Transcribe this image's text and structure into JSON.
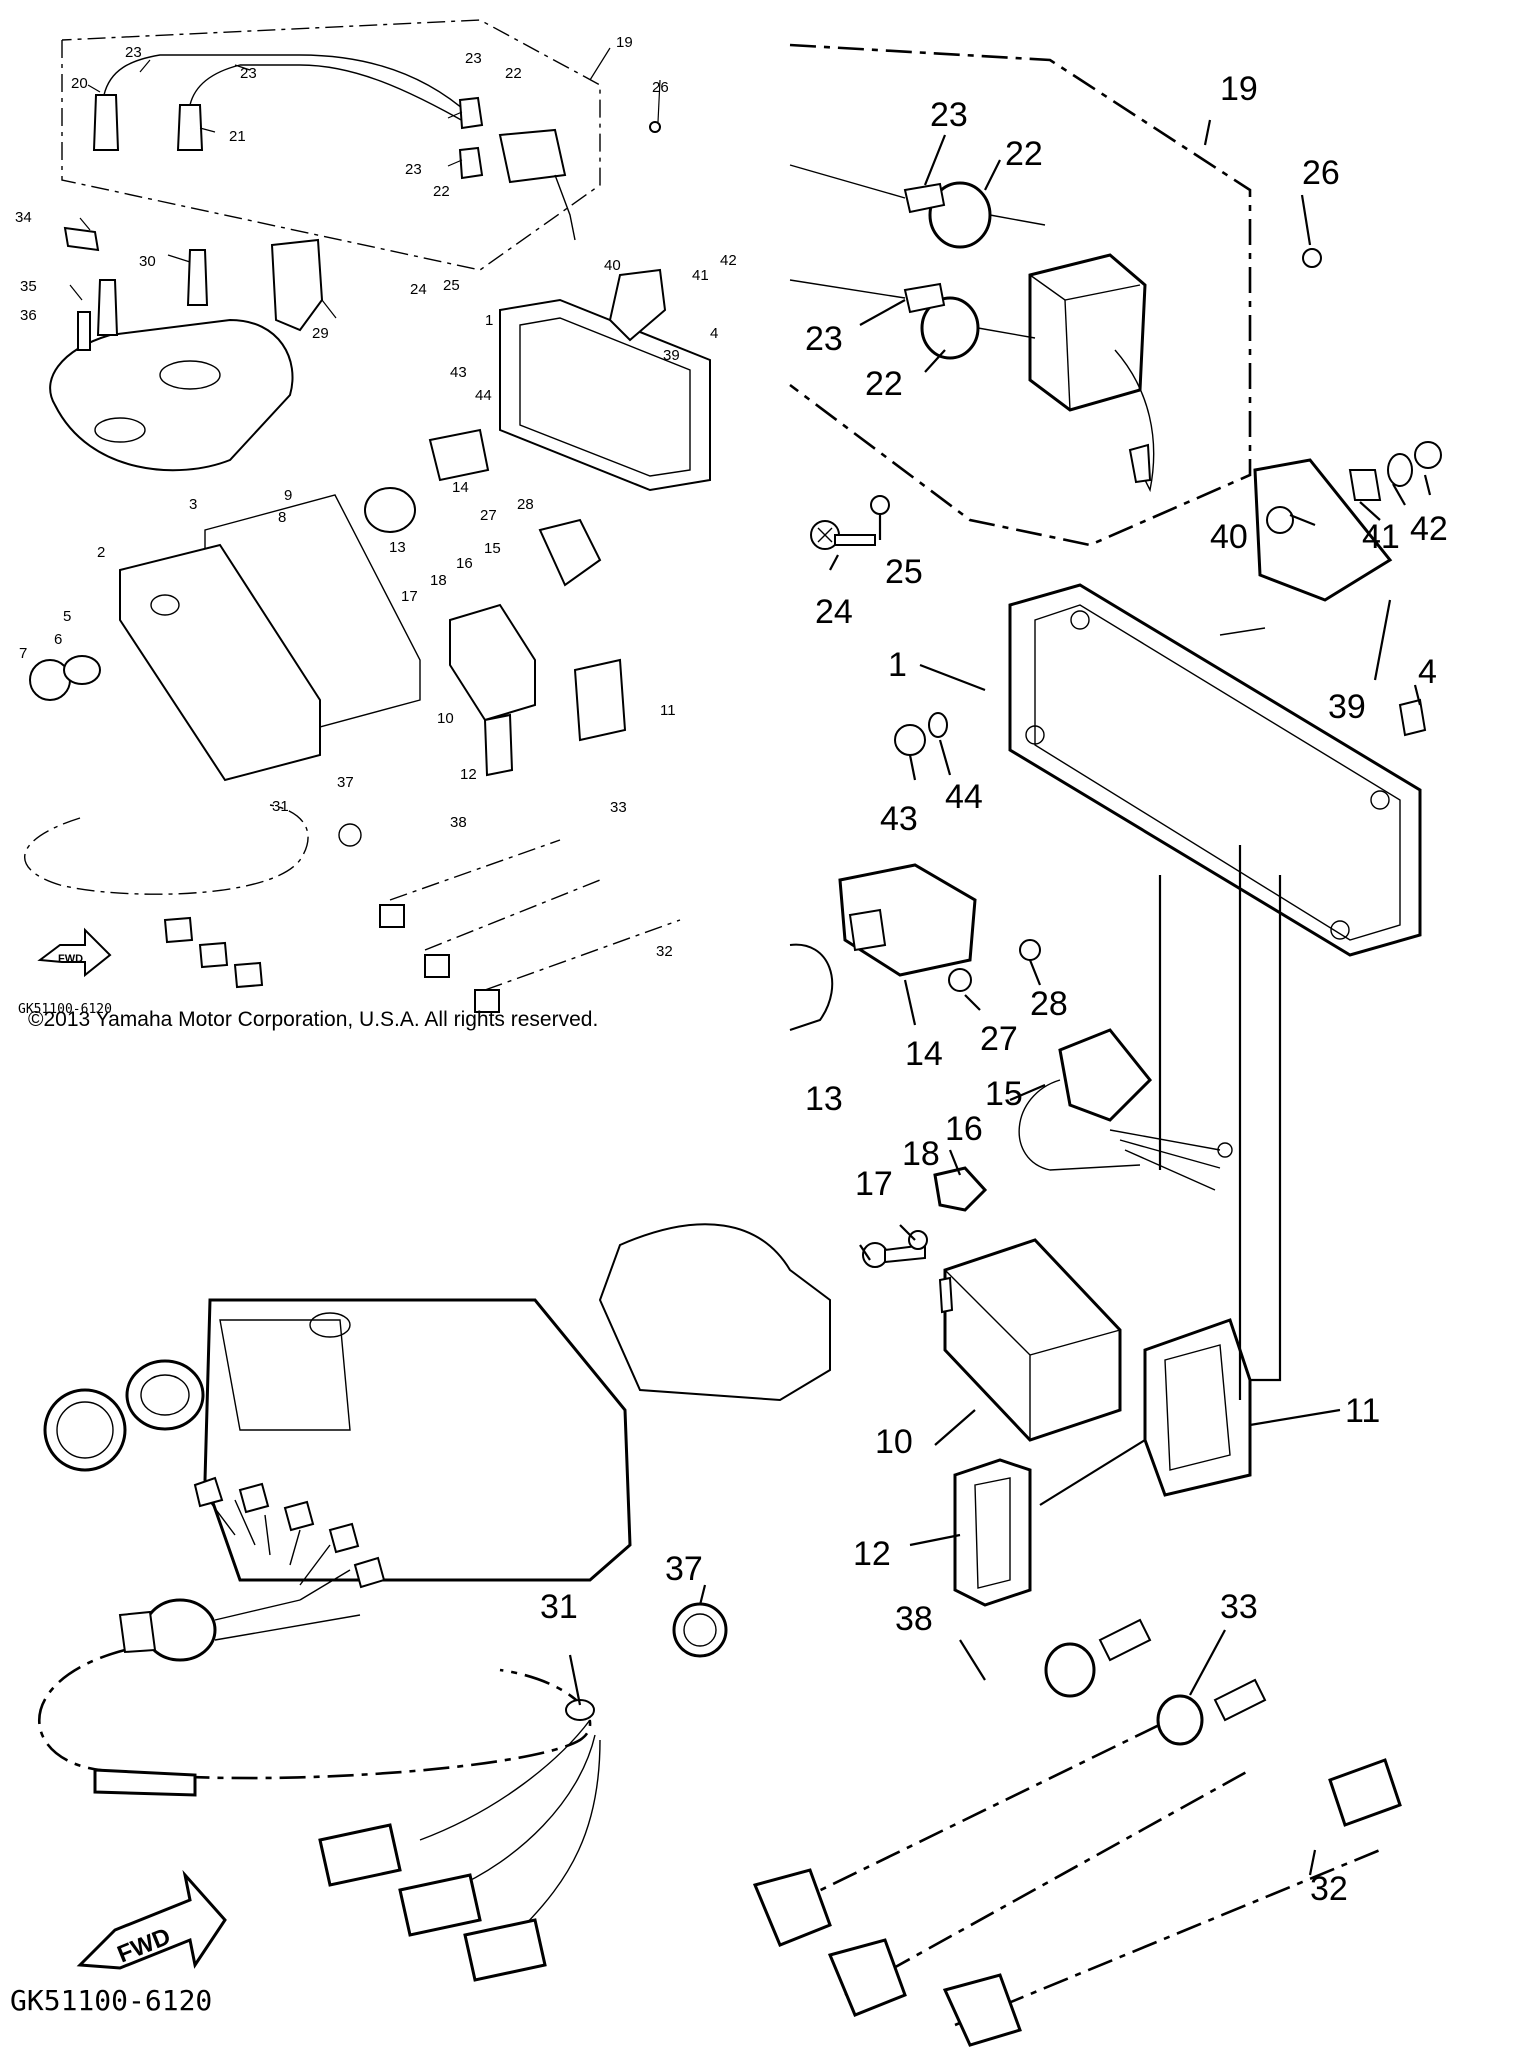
{
  "copyright": "©2013 Yamaha Motor Corporation, U.S.A. All rights reserved.",
  "diagram_code": "GK51100-6120",
  "fwd_label": "FWD",
  "callouts": {
    "small": [
      "1",
      "2",
      "3",
      "4",
      "5",
      "6",
      "7",
      "8",
      "9",
      "10",
      "11",
      "12",
      "13",
      "14",
      "15",
      "16",
      "17",
      "18",
      "19",
      "20",
      "21",
      "22",
      "22",
      "23",
      "23",
      "23",
      "23",
      "24",
      "25",
      "26",
      "27",
      "28",
      "29",
      "30",
      "31",
      "32",
      "33",
      "34",
      "35",
      "36",
      "37",
      "38",
      "39",
      "40",
      "41",
      "42",
      "43",
      "44"
    ],
    "large": [
      "1",
      "4",
      "10",
      "11",
      "12",
      "13",
      "14",
      "15",
      "16",
      "17",
      "18",
      "19",
      "22",
      "22",
      "23",
      "23",
      "24",
      "25",
      "26",
      "27",
      "28",
      "31",
      "32",
      "33",
      "37",
      "38",
      "39",
      "40",
      "41",
      "42",
      "43",
      "44"
    ]
  }
}
